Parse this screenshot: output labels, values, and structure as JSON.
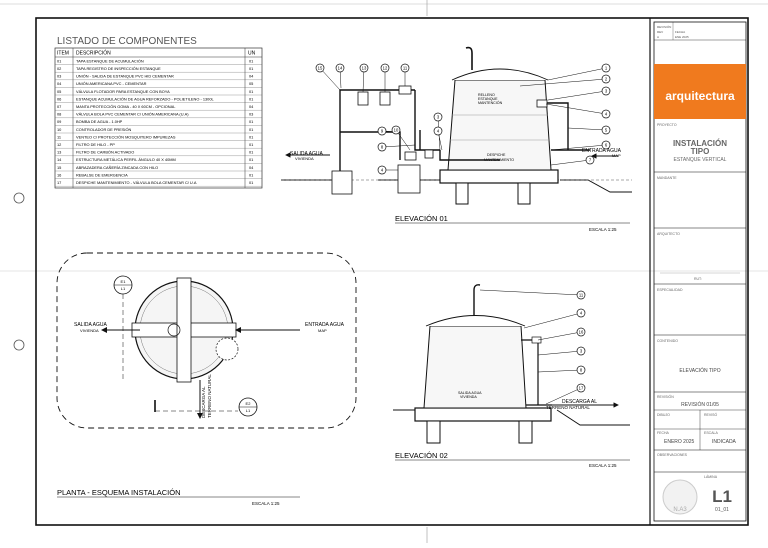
{
  "components": {
    "title": "LISTADO DE COMPONENTES",
    "headers": [
      "ITEM",
      "DESCRIPCIÓN",
      "UN"
    ],
    "rows": [
      [
        "01",
        "TAPA ESTANQUE DE ACUMULACIÓN",
        "01"
      ],
      [
        "02",
        "TAPA REGISTRO DE INSPECCIÓN ESTANQUE",
        "01"
      ],
      [
        "03",
        "UNIÓN - SALIDA DE ESTANQUE PVC HID CEMENTAR",
        "04"
      ],
      [
        "04",
        "UNIÓN AMERICANA PVC - CEMENTAR",
        "05"
      ],
      [
        "05",
        "VÁLVULA FLOTADOR PARA ESTANQUE CON BOYA",
        "01"
      ],
      [
        "06",
        "ESTANQUE ACUMULACIÓN DE AGUA REFORZADO - POLIETILENO - 1300L",
        "01"
      ],
      [
        "07",
        "MANTA PROTECCIÓN GOMA - 40 X 60CM - OPCIONAL",
        "04"
      ],
      [
        "08",
        "VÁLVULA BOLA PVC CEMENTAR C/ UNIÓN AMERICANA (U.A)",
        "03"
      ],
      [
        "09",
        "BOMBA DE AGUA - 1.0HP",
        "01"
      ],
      [
        "10",
        "CONTROLADOR DE PRESIÓN",
        "01"
      ],
      [
        "11",
        "VENTEO C/ PROTECCIÓN MOSQUITERO IMPUREZAS",
        "01"
      ],
      [
        "12",
        "FILTRO DE HILO - PP",
        "01"
      ],
      [
        "13",
        "FILTRO DE CARBÓN ACTIVADO",
        "01"
      ],
      [
        "14",
        "ESTRUCTURA METÁLICA PERFIL ÁNGULO 40 X 40MM",
        "01"
      ],
      [
        "15",
        "ABRAZADERA CAÑERÍA ZINCADA CON HILO",
        "04"
      ],
      [
        "16",
        "REBALSE DE EMERGENCIA",
        "01"
      ],
      [
        "17",
        "DESPICHE MANTENIMIENTO - VÁLVULA BOLA CEMENTAR C/ U.A",
        "01"
      ]
    ]
  },
  "elev1": {
    "title": "ELEVACIÓN 01",
    "scale": "ESCALA 1:25",
    "salida": [
      "SALIDA AGUA",
      "VIVIENDA"
    ],
    "entrada": [
      "ENTRADA AGUA",
      "MAP"
    ],
    "tank_label": [
      "RELLENO",
      "ESTANQUE",
      "MANTENCIÓN"
    ],
    "despiche": [
      "DESPICHE",
      "MANTENIMIENTO"
    ],
    "callouts": [
      "15",
      "14",
      "13",
      "12",
      "11",
      "1",
      "2",
      "3",
      "4",
      "5",
      "6",
      "7",
      "8",
      "9",
      "10",
      "3",
      "4",
      "4"
    ]
  },
  "elev2": {
    "title": "ELEVACIÓN 02",
    "scale": "ESCALA 1:25",
    "descarga": [
      "DESCARGA AL",
      "TERRENO NATURAL"
    ],
    "salida": [
      "SALIDA AGUA",
      "VIVIENDA"
    ],
    "callouts": [
      "11",
      "4",
      "16",
      "3",
      "8",
      "17"
    ]
  },
  "plan": {
    "title": "PLANTA - ESQUEMA INSTALACIÓN",
    "scale": "ESCALA 1:25",
    "salida": [
      "SALIDA AGUA",
      "VIVIENDA"
    ],
    "entrada": [
      "ENTRADA AGUA",
      "MAP"
    ],
    "descarga": [
      "DESCARGA AL",
      "TERRENO NATURAL"
    ],
    "ref1": [
      "E1",
      "L1"
    ],
    "ref2": [
      "E2",
      "L1"
    ]
  },
  "titleblock": {
    "top_rows": [
      "REVISIÓN",
      "REV",
      "FECHA",
      "A",
      "ENE 2025"
    ],
    "brand": "arquitectura",
    "project_label": "PROYECTO",
    "project_title": [
      "INSTALACIÓN",
      "TIPO"
    ],
    "project_sub": "ESTANQUE VERTICAL",
    "sections": [
      "MANDANTE",
      "ARQUITECTO",
      "ESPECIALIDAD",
      "CONTENIDO"
    ],
    "rut_label": "RUT:",
    "content": "ELEVACIÓN TIPO",
    "revision_label": "REVISIÓN",
    "revision": "REVISIÓN 01/05",
    "dibujo_label": "DIBUJO",
    "revisado_label": "REVISÓ",
    "fecha_label": "FECHA",
    "escala_label": "ESCALA",
    "fecha": "ENERO 2025",
    "escala": "INDICADA",
    "obs_label": "OBSERVACIONES",
    "lamina_label": "LÁMINA",
    "sheet": "L1",
    "sheet_sub": "01_01",
    "logo": "N.A3"
  },
  "colors": {
    "brand": "#F07A1E",
    "line": "#111111",
    "gray": "#7a7a7a"
  }
}
